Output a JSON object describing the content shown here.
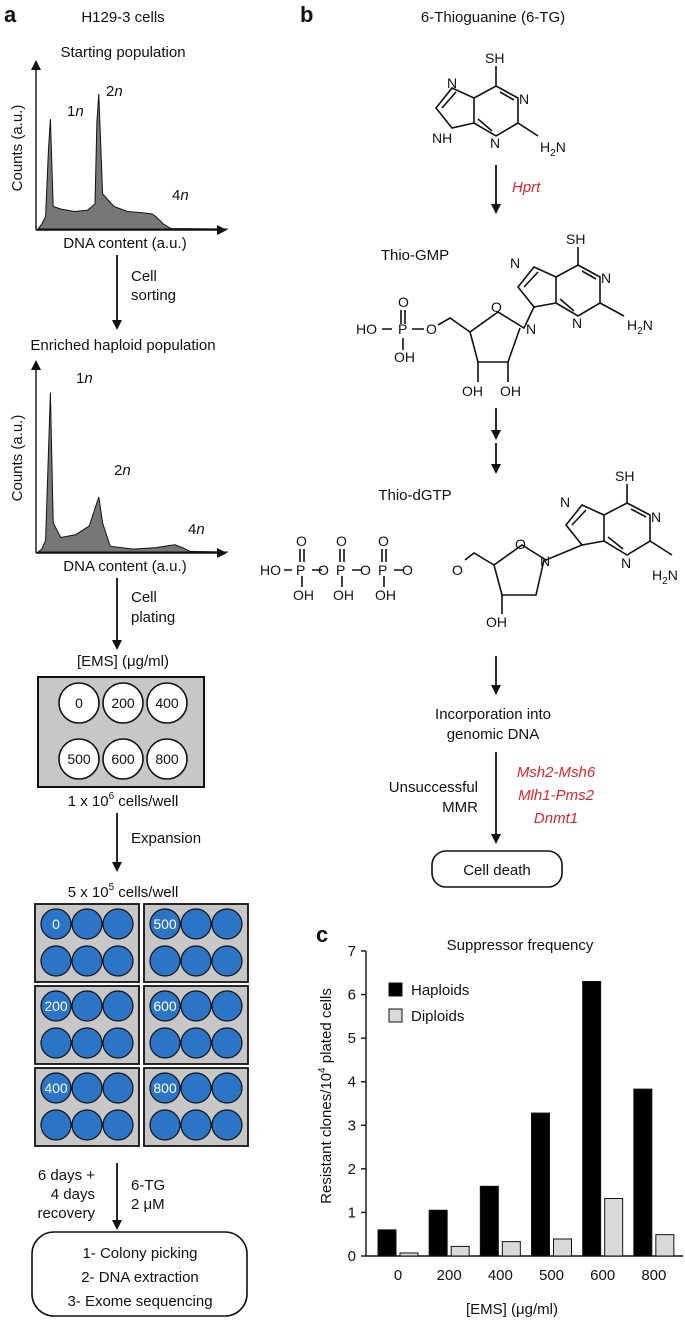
{
  "panels": {
    "a": "a",
    "b": "b",
    "c": "c"
  },
  "colors": {
    "accent_red": "#e0252b",
    "well_blue": "#2b74c6",
    "plate_gray": "#c7c7c7",
    "peak_gray": "#777777"
  },
  "panel_a": {
    "title": "H129-3 cells",
    "hist1": {
      "label": "Starting population",
      "ylabel": "Counts (a.u.)",
      "xlabel": "DNA content (a.u.)",
      "peaks": [
        {
          "label": "1",
          "label_it": "n"
        },
        {
          "label": "2",
          "label_it": "n"
        },
        {
          "label": "4",
          "label_it": "n"
        }
      ],
      "profile": [
        [
          0,
          0
        ],
        [
          0.02,
          0.2
        ],
        [
          0.04,
          0.5
        ],
        [
          0.055,
          3.2
        ],
        [
          0.065,
          4.4
        ],
        [
          0.08,
          0.9
        ],
        [
          0.12,
          0.8
        ],
        [
          0.19,
          0.7
        ],
        [
          0.26,
          0.75
        ],
        [
          0.3,
          1.0
        ],
        [
          0.31,
          4.3
        ],
        [
          0.32,
          5.4
        ],
        [
          0.34,
          1.4
        ],
        [
          0.4,
          0.9
        ],
        [
          0.47,
          0.7
        ],
        [
          0.55,
          0.65
        ],
        [
          0.6,
          0.6
        ],
        [
          0.62,
          0.5
        ],
        [
          0.66,
          0.2
        ],
        [
          0.7,
          0.02
        ],
        [
          1,
          0
        ]
      ]
    },
    "step1": {
      "line1": "Cell",
      "line2": "sorting"
    },
    "hist2": {
      "label": "Enriched haploid population",
      "ylabel": "Counts (a.u.)",
      "xlabel": "DNA content (a.u.)",
      "peaks": [
        {
          "label": "1",
          "label_it": "n"
        },
        {
          "label": "2",
          "label_it": "n"
        },
        {
          "label": "4",
          "label_it": "n"
        }
      ],
      "profile": [
        [
          0,
          0
        ],
        [
          0.02,
          0.1
        ],
        [
          0.04,
          0.4
        ],
        [
          0.055,
          3.5
        ],
        [
          0.065,
          5.5
        ],
        [
          0.08,
          1.0
        ],
        [
          0.12,
          0.5
        ],
        [
          0.2,
          0.6
        ],
        [
          0.27,
          0.9
        ],
        [
          0.3,
          1.5
        ],
        [
          0.32,
          1.9
        ],
        [
          0.34,
          1.0
        ],
        [
          0.38,
          0.2
        ],
        [
          0.5,
          0.1
        ],
        [
          0.62,
          0.15
        ],
        [
          0.72,
          0.25
        ],
        [
          0.76,
          0.15
        ],
        [
          0.8,
          0.02
        ],
        [
          1,
          0
        ]
      ]
    },
    "step2": {
      "line1": "Cell",
      "line2": "plating"
    },
    "ems_label": "[EMS] (μg/ml)",
    "plate1_doses": [
      "0",
      "200",
      "400",
      "500",
      "600",
      "800"
    ],
    "cells_per_well_1": {
      "pre": "1 x 10",
      "sup": "6",
      "post": " cells/well"
    },
    "step3": "Expansion",
    "cells_per_well_2": {
      "pre": "5 x 10",
      "sup": "5",
      "post": " cells/well"
    },
    "plate2_doses": [
      "0",
      "500",
      "200",
      "600",
      "400",
      "800"
    ],
    "step4_left": {
      "line1": "6 days +",
      "line2": "4 days",
      "line3": "recovery"
    },
    "step4_right": {
      "line1": "6-TG",
      "line2": "2 μM"
    },
    "final_steps": [
      "1- Colony picking",
      "2- DNA extraction",
      "3- Exome sequencing"
    ]
  },
  "panel_b": {
    "compound1": "6-Thioguanine (6-TG)",
    "enzyme1": "Hprt",
    "compound2": "Thio-GMP",
    "compound3": "Thio-dGTP",
    "atoms": {
      "SH": "SH",
      "N": "N",
      "NH": "NH",
      "H": "H",
      "NH2_base": "H",
      "NH2_sub": "2",
      "NH2_N": "N",
      "O": "O",
      "OH": "OH",
      "HO": "HO",
      "P": "P"
    },
    "incorporation": {
      "line1": "Incorporation into",
      "line2": "genomic DNA"
    },
    "mmr": {
      "line1": "Unsuccessful",
      "line2": "MMR"
    },
    "mmr_genes": [
      "Msh2-Msh6",
      "Mlh1-Pms2",
      "Dnmt1"
    ],
    "outcome": "Cell death"
  },
  "chart_data": {
    "type": "bar",
    "title": "Suppressor frequency",
    "categories": [
      "0",
      "200",
      "400",
      "500",
      "600",
      "800"
    ],
    "series": [
      {
        "name": "Haploids",
        "color": "#000000",
        "values": [
          0.6,
          1.05,
          1.6,
          3.28,
          6.3,
          3.83
        ]
      },
      {
        "name": "Diploids",
        "color": "#d9d9d9",
        "values": [
          0.07,
          0.22,
          0.33,
          0.39,
          1.32,
          0.49
        ]
      }
    ],
    "xlabel": "[EMS] (μg/ml)",
    "ylabel_pre": "Resistant clones/10",
    "ylabel_sup": "4",
    "ylabel_post": " plated cells",
    "ylim": [
      0,
      7
    ],
    "yticks": [
      "0",
      "1",
      "2",
      "3",
      "4",
      "5",
      "6",
      "7"
    ],
    "legend_position": "top-left",
    "grid": false
  }
}
